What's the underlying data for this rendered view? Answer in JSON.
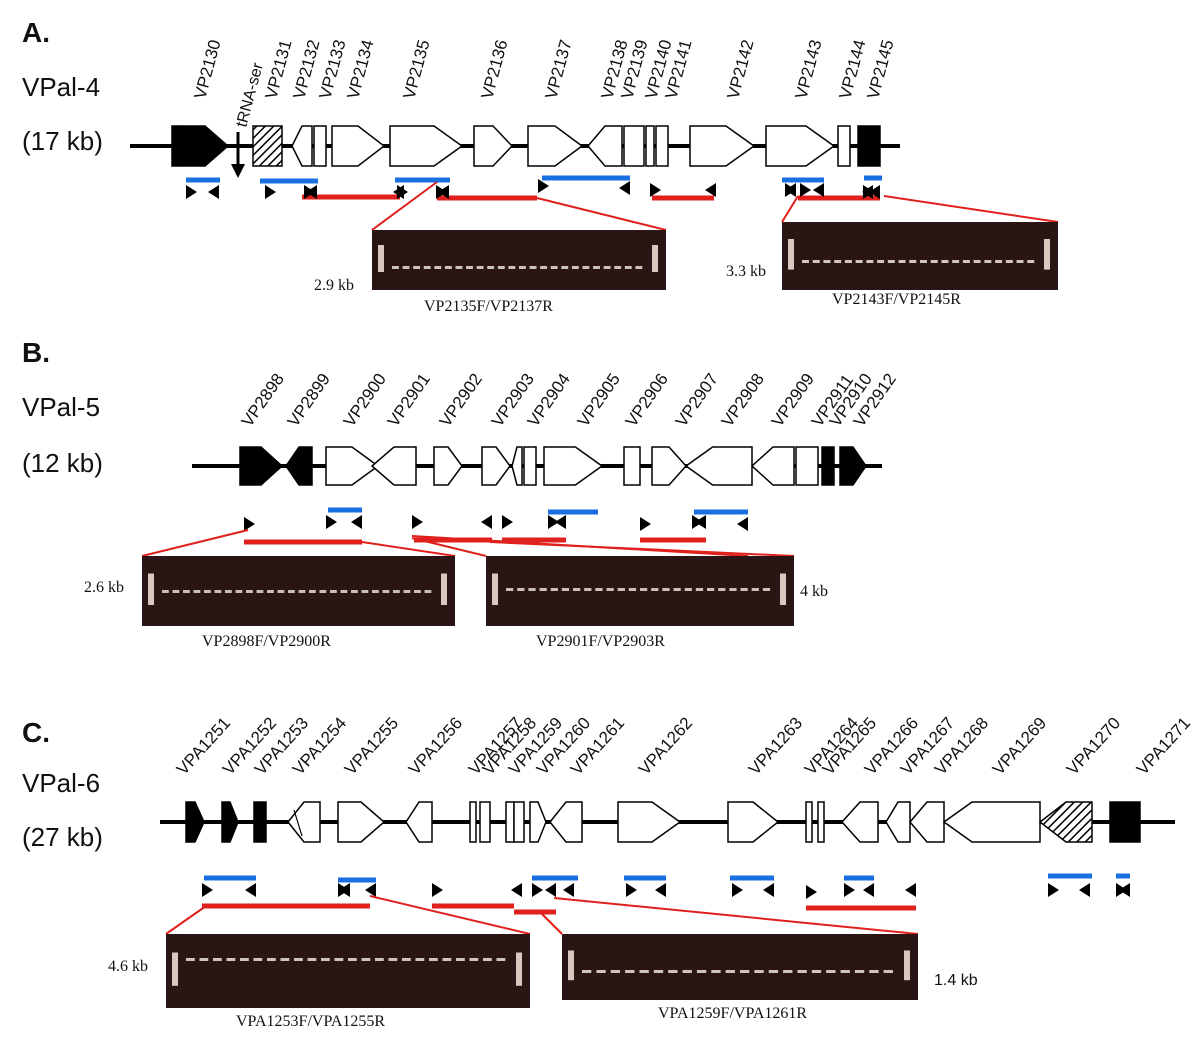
{
  "colors": {
    "pcr_small": "#1a6fe0",
    "pcr_large": "#e0201c",
    "gene_fill_open": "#ffffff",
    "gene_fill_conserved": "#000000",
    "gel_background": "#2a1514"
  },
  "panels": [
    {
      "letter": "A.",
      "island": "VPal-4",
      "size": "(17 kb)",
      "trna_label": "tRNA-ser",
      "genes": [
        "VP2130",
        "VP2131",
        "VP2132",
        "VP2133",
        "VP2134",
        "VP2135",
        "VP2136",
        "VP2137",
        "VP2138",
        "VP2139",
        "VP2140",
        "VP2141",
        "VP2142",
        "VP2143",
        "VP2144",
        "VP2145"
      ],
      "gels": [
        {
          "size": "2.9 kb",
          "primers": "VP2135F/VP2137R"
        },
        {
          "size": "3.3 kb",
          "primers": "VP2143F/VP2145R"
        }
      ]
    },
    {
      "letter": "B.",
      "island": "VPal-5",
      "size": "(12 kb)",
      "genes": [
        "VP2898",
        "VP2899",
        "VP2900",
        "VP2901",
        "VP2902",
        "VP2903",
        "VP2904",
        "VP2905",
        "VP2906",
        "VP2907",
        "VP2908",
        "VP2909",
        "VP2911",
        "VP2910",
        "VP2912"
      ],
      "gels": [
        {
          "size": "2.6 kb",
          "primers": "VP2898F/VP2900R"
        },
        {
          "size": "4 kb",
          "primers": "VP2901F/VP2903R"
        }
      ]
    },
    {
      "letter": "C.",
      "island": "VPal-6",
      "size": "(27 kb)",
      "genes": [
        "VPA1251",
        "VPA1252",
        "VPA1253",
        "VPA1254",
        "VPA1255",
        "VPA1256",
        "VPA1257",
        "VPA1258",
        "VPA1259",
        "VPA1260",
        "VPA1261",
        "VPA1262",
        "VPA1263",
        "VPA1264",
        "VPA1265",
        "VPA1266",
        "VPA1267",
        "VPA1268",
        "VPA1269",
        "VPA1270",
        "VPA1271"
      ],
      "gels": [
        {
          "size": "4.6 kb",
          "primers": "VPA1253F/VPA1255R"
        },
        {
          "size": "1.4 kb",
          "primers": "VPA1259F/VPA1261R"
        }
      ]
    }
  ]
}
